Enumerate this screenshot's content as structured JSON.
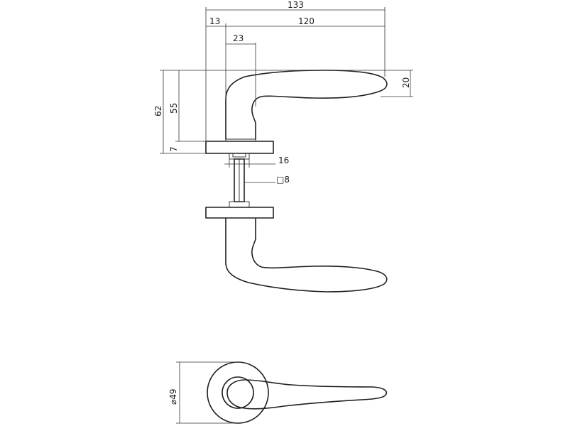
{
  "dimensions": {
    "overall_length": "133",
    "rose_offset": "13",
    "lever_length": "120",
    "neck_width": "23",
    "lever_height": "20",
    "total_height": "62",
    "neck_height": "55",
    "rose_thickness": "7",
    "spindle_length": "16",
    "spindle_square": "□8",
    "rose_diameter": "⌀49"
  }
}
